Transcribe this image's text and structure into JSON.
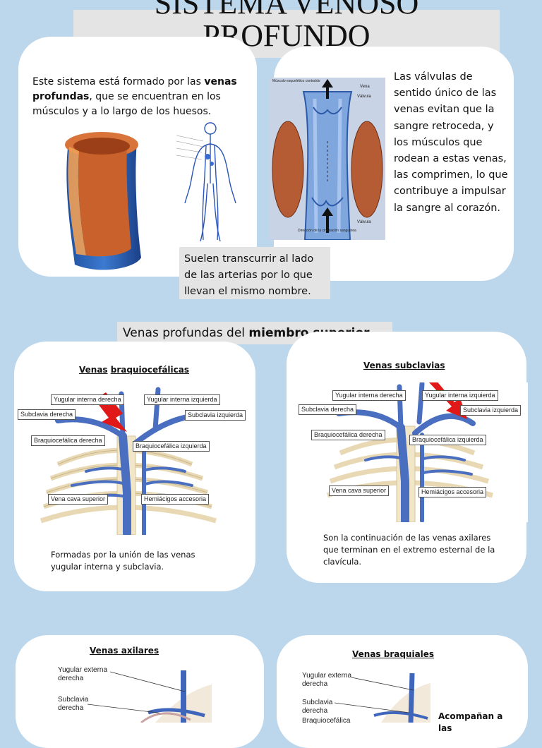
{
  "title": {
    "line1": "SISTEMA VENOSO",
    "line2": "PROFUNDO"
  },
  "intro": {
    "text_before": "Este sistema está formado por las ",
    "bold": "venas profundas",
    "text_after": ", que se encuentran en los músculos y a lo largo de los huesos."
  },
  "valves": {
    "text": "Las válvulas de sentido único de las venas evitan  que la sangre retroceda, y los músculos que rodean a estas venas, las comprimen, lo que contribuye a impulsar la sangre al corazón.",
    "diagram_labels": {
      "musculo": "Músculo esquelético contraído",
      "vena": "Vena",
      "valvula_top": "Válvula",
      "valvula_bottom": "Válvula",
      "direccion": "Dirección de la circulación sanguínea"
    }
  },
  "arteries_note": "Suelen transcurrir al lado de las arterias por lo que llevan el mismo nombre.",
  "section_header": {
    "text": "Venas profundas del ",
    "bold": "miembro superior"
  },
  "braquiocefalicas": {
    "title_a": "Venas",
    "title_b": "braquiocefálicas",
    "labels": {
      "yi_der": "Yugular interna derecha",
      "yi_izq": "Yugular interna izquierda",
      "sub_der": "Subclavia derecha",
      "sub_izq": "Subclavia izquierda",
      "bq_der": "Braquiocefálica derecha",
      "bq_izq": "Braquiocefálica izquierda",
      "vcs": "Vena cava superior",
      "hemi": "Hemiácigos accesoria"
    },
    "description": "Formadas por la unión de las venas yugular interna y subclavia."
  },
  "subclavias": {
    "title": "Venas  subclavias",
    "labels": {
      "yi_der": "Yugular interna derecha",
      "yi_izq": "Yugular interna izquierda",
      "sub_der": "Subclavia derecha",
      "sub_izq": "Subclavia izquierda",
      "bq_der": "Braquiocefálica derecha",
      "bq_izq": "Braquiocefálica izquierda",
      "vcs": "Vena cava superior",
      "hemi": "Hemiácigos accesoria"
    },
    "description": "Son la continuación de las venas axilares que terminan en el extremo esternal de la clavícula."
  },
  "axilares": {
    "title": "Venas axilares",
    "labels": {
      "yugular_ext": "Yugular externa derecha",
      "subclavia": "Subclavia derecha"
    }
  },
  "braquiales": {
    "title": "Venas braquiales",
    "labels": {
      "yugular_ext": "Yugular externa derecha",
      "subclavia": "Subclavia derecha",
      "braquiocefalica": "Braquiocefálica"
    },
    "description": "Acompañan a las"
  },
  "colors": {
    "background": "#bcd6ec",
    "card": "#ffffff",
    "vein": "#4a6fc0",
    "arrow": "#e01818",
    "muscle": "#b8633a"
  }
}
